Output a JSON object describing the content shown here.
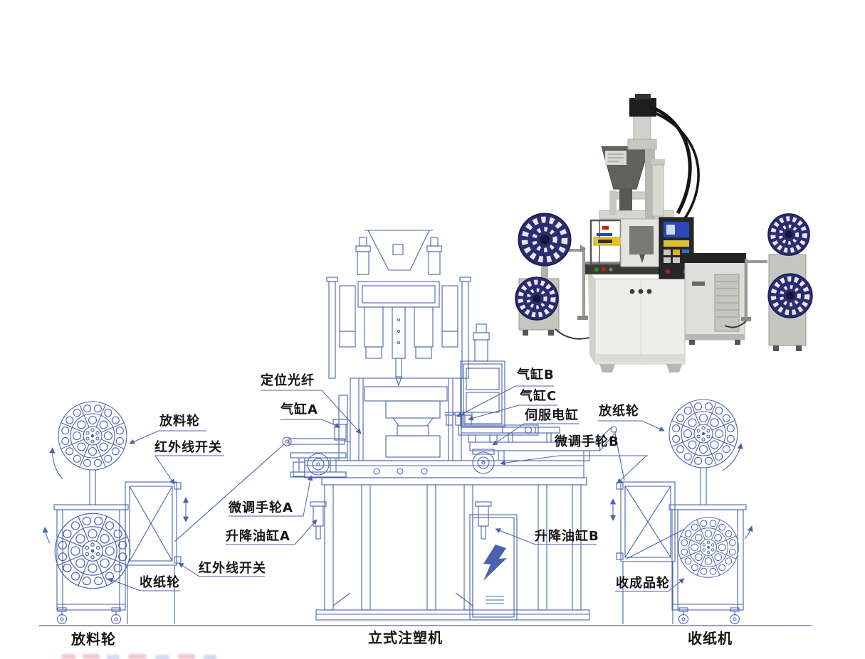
{
  "colors": {
    "blueprint_line": "#4a63ae",
    "label_text": "#151515",
    "wheel_navy": "#2c2c70",
    "photo_body": "#ededE9",
    "photo_screen_blue": "#2a48b8",
    "photo_accent_yellow": "#d8c232"
  },
  "callouts": [
    {
      "id": "positioning-fiber",
      "text": "定位光纤"
    },
    {
      "id": "air-cylinder-a",
      "text": "气缸A"
    },
    {
      "id": "air-cylinder-b",
      "text": "气缸B"
    },
    {
      "id": "air-cylinder-c",
      "text": "气缸C"
    },
    {
      "id": "servo-cylinder",
      "text": "伺服电缸"
    },
    {
      "id": "paper-feed-wheel",
      "text": "放纸轮"
    },
    {
      "id": "fine-handwheel-b",
      "text": "微调手轮B"
    },
    {
      "id": "feed-wheel",
      "text": "放料轮"
    },
    {
      "id": "ir-switch-upper",
      "text": "红外线开关"
    },
    {
      "id": "fine-handwheel-a",
      "text": "微调手轮A"
    },
    {
      "id": "lift-cylinder-a",
      "text": "升降油缸A"
    },
    {
      "id": "ir-switch-lower",
      "text": "红外线开关"
    },
    {
      "id": "paper-collect-wheel",
      "text": "收纸轮"
    },
    {
      "id": "lift-cylinder-b",
      "text": "升降油缸B"
    },
    {
      "id": "product-collect-wheel",
      "text": "收成品轮"
    }
  ],
  "captions": {
    "left": "放料轮",
    "center": "立式注塑机",
    "right": "收纸机"
  }
}
